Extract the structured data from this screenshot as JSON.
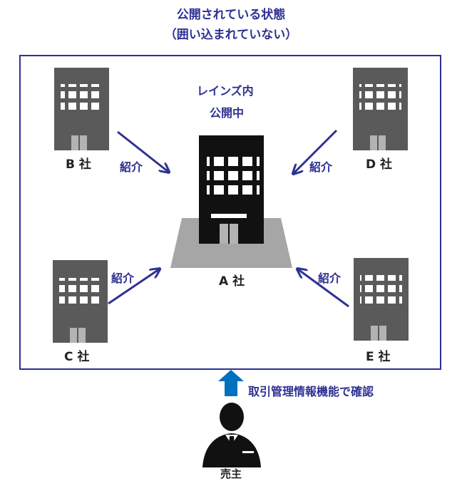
{
  "title": {
    "line1": "公開されている状態",
    "line2": "（囲い込まれていない）"
  },
  "center": {
    "status_line1": "レインズ内",
    "status_line2": "公開中",
    "company": "A 社"
  },
  "companies": {
    "b": "B 社",
    "c": "C 社",
    "d": "D 社",
    "e": "E 社"
  },
  "arrow_label": "紹介",
  "seller": {
    "check_text": "取引管理情報機能で確認",
    "label": "売主"
  },
  "colors": {
    "accent": "#2e3192",
    "gray_building": "#5a5a5a",
    "dark_building": "#111111",
    "base": "#a6a6a6",
    "up_arrow": "#0070c0"
  }
}
